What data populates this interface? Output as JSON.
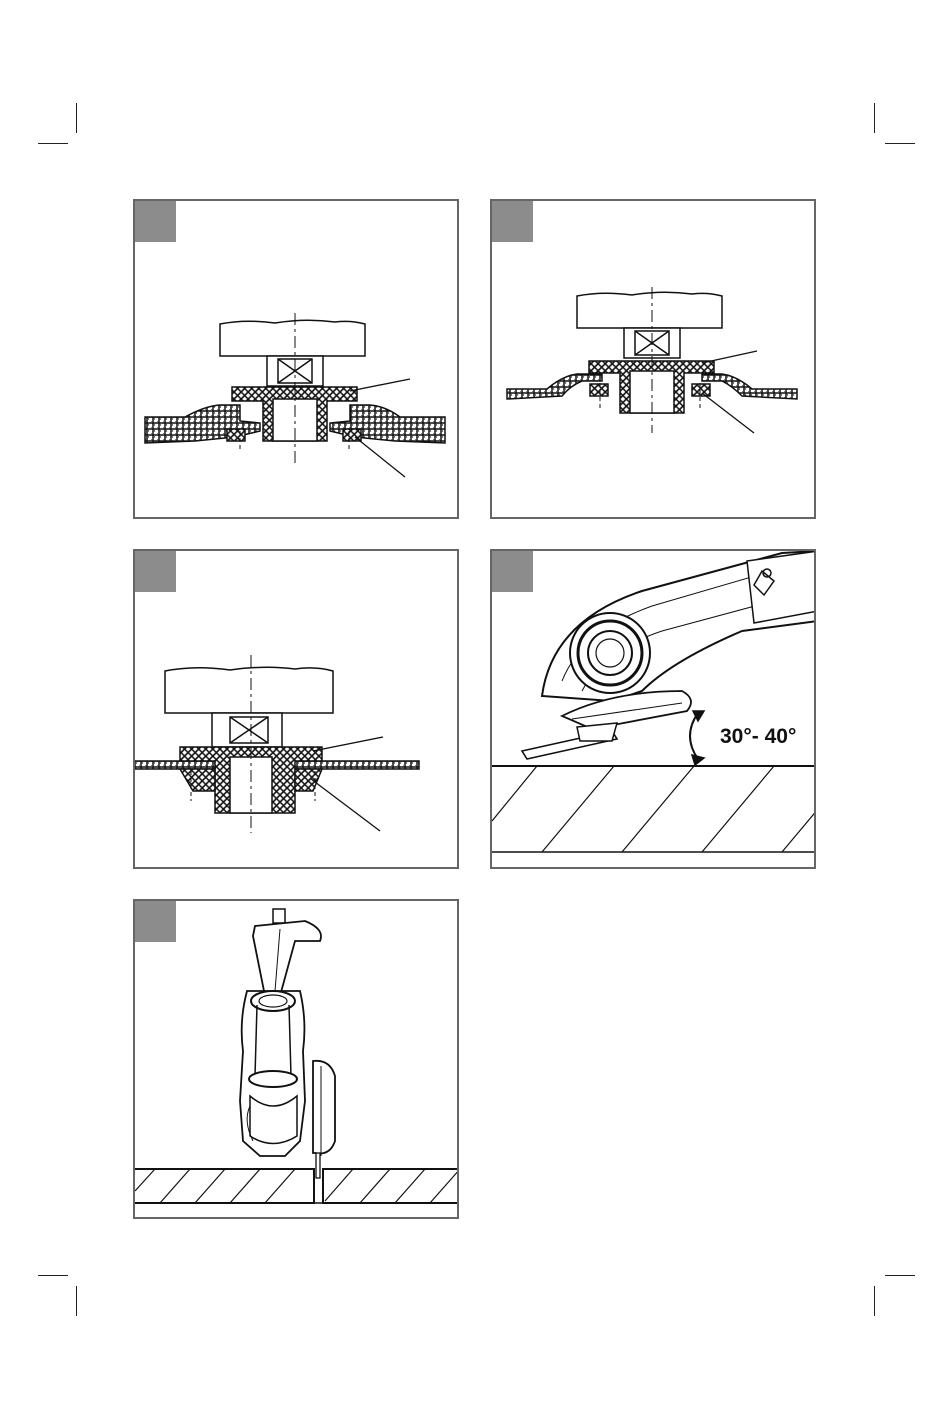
{
  "figures": [
    {
      "id": "fig-1",
      "kind": "flange-assembly-thick-disc"
    },
    {
      "id": "fig-2",
      "kind": "flange-assembly-depressed-disc"
    },
    {
      "id": "fig-3",
      "kind": "flange-assembly-flat-disc"
    },
    {
      "id": "fig-4",
      "kind": "grinding-angle",
      "angle_label": "30°- 40°"
    },
    {
      "id": "fig-5",
      "kind": "cutting-vertical"
    }
  ],
  "colors": {
    "tab": "#8c8c8c",
    "frame": "#666666",
    "ink": "#111111"
  }
}
